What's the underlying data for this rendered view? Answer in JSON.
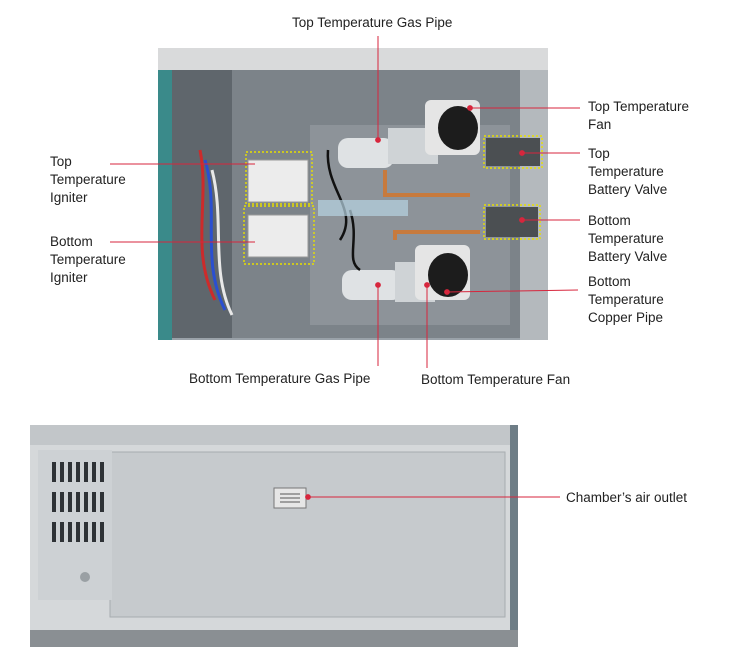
{
  "colors": {
    "leader_line": "#d7263d",
    "highlight_box": "#e8e000",
    "panel_metal": "#b9bec3",
    "cabinet_metal": "#c4c8cb"
  },
  "diagram_top": {
    "labels": {
      "top_gas_pipe": "Top Temperature Gas Pipe",
      "top_fan": [
        "Top Temperature",
        "Fan"
      ],
      "top_igniter": [
        "Top",
        "Temperature",
        "Igniter"
      ],
      "top_battery_valve": [
        "Top",
        "Temperature",
        "Battery Valve"
      ],
      "bottom_igniter": [
        "Bottom",
        "Temperature",
        "Igniter"
      ],
      "bottom_battery_valve": [
        "Bottom",
        "Temperature",
        "Battery Valve"
      ],
      "bottom_copper_pipe": [
        "Bottom",
        "Temperature",
        "Copper Pipe"
      ],
      "bottom_gas_pipe": "Bottom Temperature Gas Pipe",
      "bottom_fan": "Bottom Temperature Fan"
    }
  },
  "diagram_bottom": {
    "labels": {
      "air_outlet": "Chamber’s air outlet"
    }
  }
}
